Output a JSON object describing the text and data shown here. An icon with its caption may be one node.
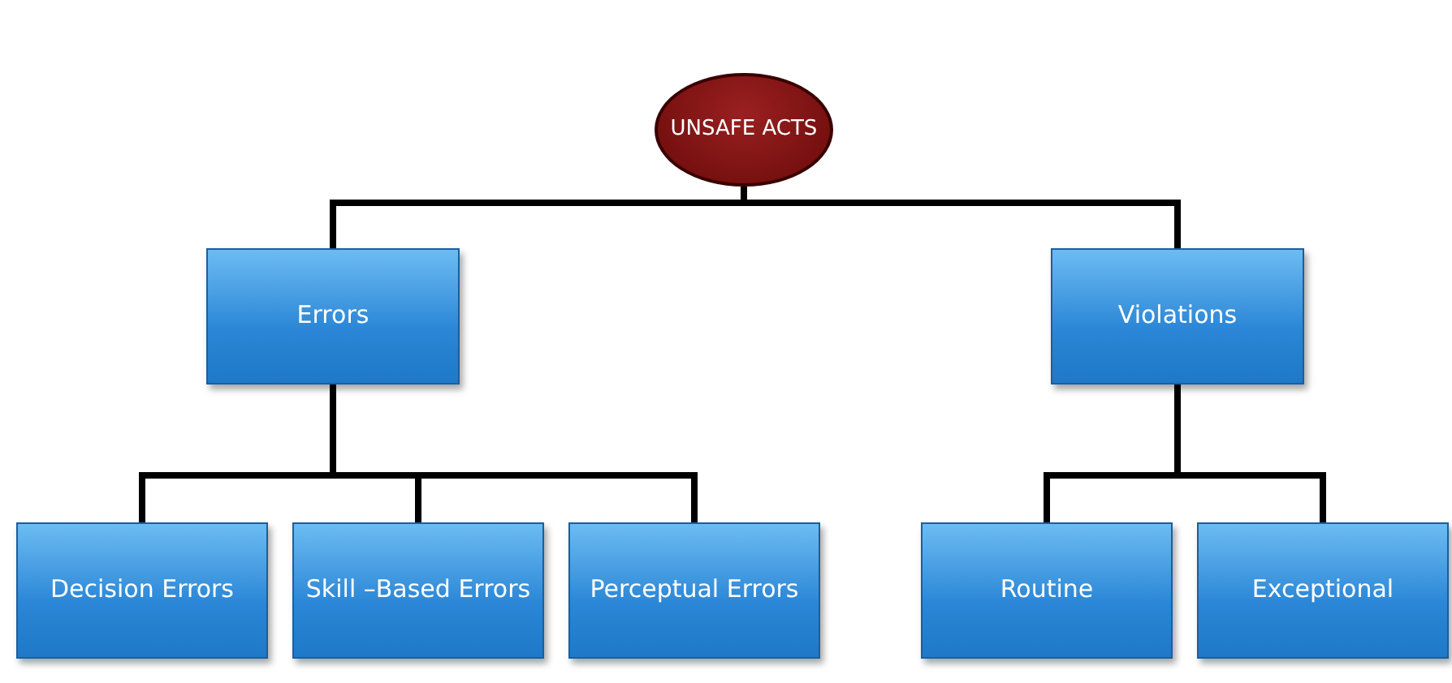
{
  "diagram": {
    "nodes": [
      {
        "text": [
          "UNSAFE ACTS"
        ]
      },
      {
        "text": [
          "Errors"
        ]
      },
      {
        "text": [
          "Violations"
        ]
      },
      {
        "text": [
          "Decision Errors"
        ]
      },
      {
        "text": [
          "Skill –Based Errors"
        ]
      },
      {
        "text": [
          "Perceptual Errors"
        ]
      },
      {
        "text": [
          "Routine"
        ]
      },
      {
        "text": [
          "Exceptional"
        ]
      }
    ],
    "edges": [
      {
        "from": 0,
        "to": 1,
        "arrow": "none"
      },
      {
        "from": 0,
        "to": 2,
        "arrow": "none"
      },
      {
        "from": 1,
        "to": 3,
        "arrow": "none"
      },
      {
        "from": 1,
        "to": 4,
        "arrow": "none"
      },
      {
        "from": 1,
        "to": 5,
        "arrow": "none"
      },
      {
        "from": 2,
        "to": 6,
        "arrow": "none"
      },
      {
        "from": 2,
        "to": 7,
        "arrow": "none"
      }
    ]
  }
}
